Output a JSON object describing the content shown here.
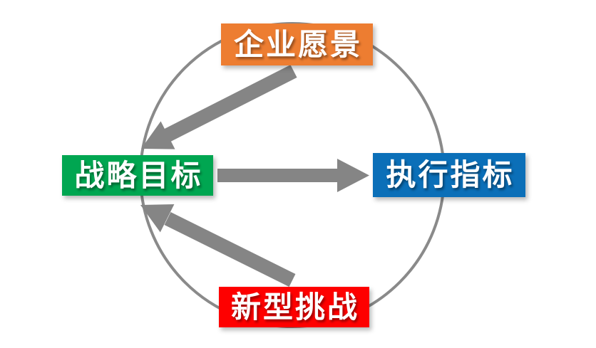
{
  "diagram": {
    "type": "cycle-flow-diagram",
    "nodes": [
      {
        "id": "vision",
        "label": "企业愿景",
        "color": "#ED7D31",
        "position": "top"
      },
      {
        "id": "strategy",
        "label": "战略目标",
        "color": "#00A651",
        "position": "left"
      },
      {
        "id": "execution",
        "label": "执行指标",
        "color": "#0B6FB8",
        "position": "right"
      },
      {
        "id": "challenge",
        "label": "新型挑战",
        "color": "#FE0000",
        "position": "bottom"
      }
    ],
    "edges": [
      {
        "from": "企业愿景",
        "to": "战略目标"
      },
      {
        "from": "战略目标",
        "to": "执行指标"
      },
      {
        "from": "新型挑战",
        "to": "战略目标"
      }
    ],
    "colors": {
      "arrow": "#858585",
      "circle": "#8A8A8A",
      "label_text": "#FFFFFF",
      "background": "#FFFFFF"
    }
  }
}
